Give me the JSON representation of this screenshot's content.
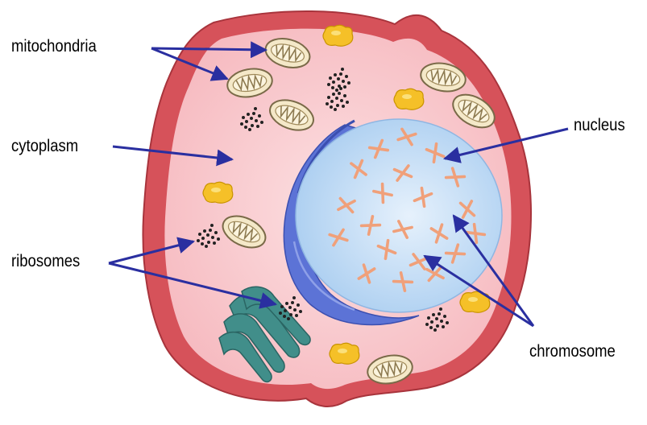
{
  "labels": {
    "mitochondria": "mitochondria",
    "cytoplasm": "cytoplasm",
    "ribosomes": "ribosomes",
    "nucleus": "nucleus",
    "chromosome": "chromosome"
  },
  "colors": {
    "cell_membrane": "#d9525a",
    "cytoplasm": "#f9c8cc",
    "nucleus": "#bfdcf5",
    "nuclear_envelope": "#5c73d6",
    "chromosome": "#f2a27c",
    "mitochondrion": "#f0e4c2",
    "golgi": "#3f8f8b",
    "vesicle": "#f2bd22",
    "ribosome": "#222222",
    "arrow": "#2a2fa0"
  }
}
